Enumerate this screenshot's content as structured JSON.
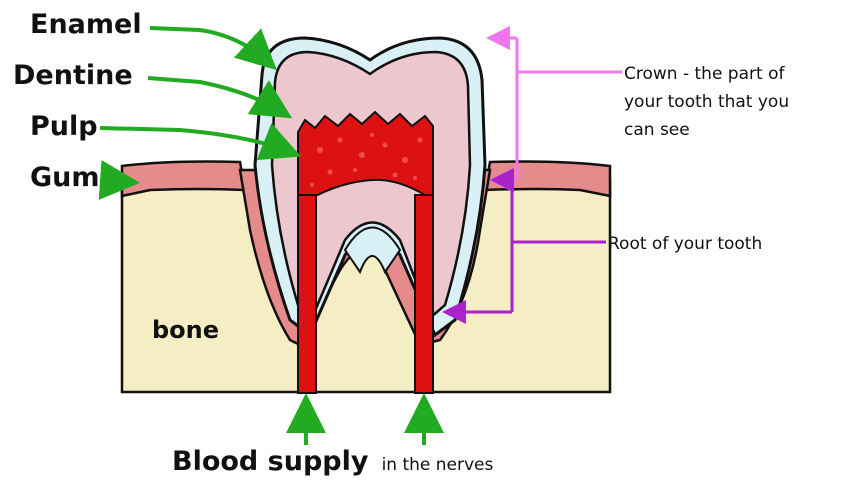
{
  "labels": {
    "enamel": "Enamel",
    "dentine": "Dentine",
    "pulp": "Pulp",
    "gum": "Gum",
    "bone": "bone",
    "crown_line1": "Crown - the part of",
    "crown_line2": "your tooth that you",
    "crown_line3": "can see",
    "root": "Root of your tooth",
    "blood_supply": "Blood supply",
    "in_the_nerves": "in the nerves"
  },
  "colors": {
    "bone": "#f5edc4",
    "gum": "#e58b8b",
    "enamel": "#d9f0f7",
    "dentine": "#ecc8ce",
    "pulp": "#dd1111",
    "outline": "#111111",
    "green_arrow": "#22aa22",
    "crown_bracket": "#ee77ee",
    "root_bracket": "#aa22cc"
  }
}
